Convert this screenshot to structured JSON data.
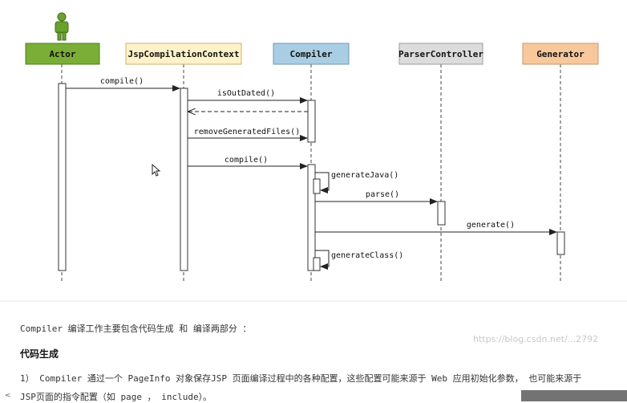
{
  "watermark_top": "",
  "watermark_url": "https://blog.csdn.net/...2792",
  "participants": [
    {
      "id": "actor",
      "label": "Actor",
      "fill": "#7aae37",
      "stroke": "#4e7d1e"
    },
    {
      "id": "ctx",
      "label": "JspCompilationContext",
      "fill": "#fff2c9",
      "stroke": "#c9b26d"
    },
    {
      "id": "compiler",
      "label": "Compiler",
      "fill": "#a9cde3",
      "stroke": "#6c99b5"
    },
    {
      "id": "parser",
      "label": "ParserController",
      "fill": "#dcdcdc",
      "stroke": "#9c9c9c"
    },
    {
      "id": "generator",
      "label": "Generator",
      "fill": "#f8c89c",
      "stroke": "#c8946a"
    }
  ],
  "messages": [
    {
      "label": "compile()"
    },
    {
      "label": "isOutDated()"
    },
    {
      "label": ""
    },
    {
      "label": "removeGeneratedFiles()"
    },
    {
      "label": "compile()"
    },
    {
      "label": "generateJava()"
    },
    {
      "label": "parse()"
    },
    {
      "label": "generate()"
    },
    {
      "label": "generateClass()"
    }
  ],
  "doc": {
    "intro": "Compiler 编译工作主要包含代码生成 和 编译两部分 ：",
    "heading": "代码生成",
    "para": "1） Compiler 通过一个 PageInfo 对象保存JSP 页面编译过程中的各种配置，这些配置可能来源于 Web 应用初始化参数， 也可能来源于",
    "para2": "JSP页面的指令配置（如 page ， include）。"
  }
}
